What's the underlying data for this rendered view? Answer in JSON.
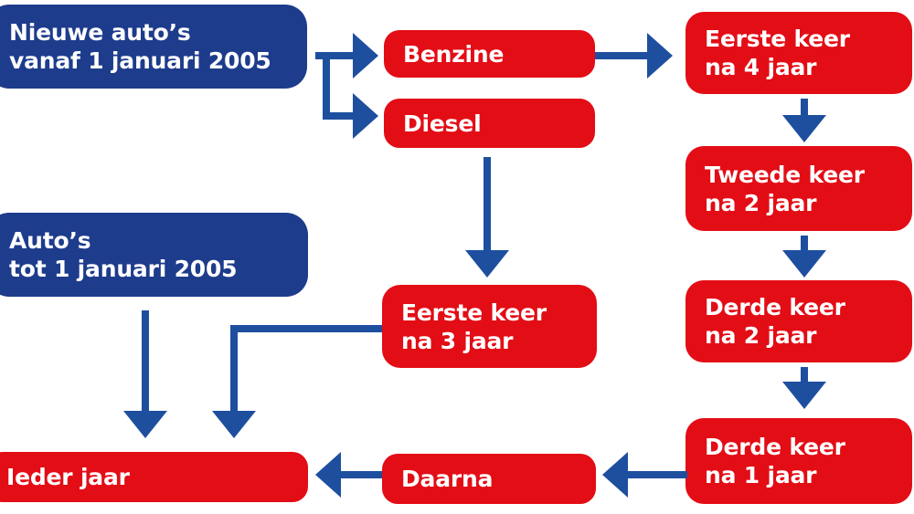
{
  "diagram": {
    "title": "APK-keuring schema (vehicle inspection flowchart)",
    "colors": {
      "node_blue": "#1e3c8c",
      "node_red": "#e30d16",
      "arrow_blue": "#1e4f9f",
      "text": "#ffffff",
      "background": "#ffffff"
    },
    "nodes": {
      "nieuwe_autos": {
        "label": "Nieuwe auto’s\nvanaf 1 januari 2005"
      },
      "autos_tot": {
        "label": "Auto’s\ntot 1 januari 2005"
      },
      "benzine": {
        "label": "Benzine"
      },
      "diesel": {
        "label": "Diesel"
      },
      "eerste_keer_4": {
        "label": "Eerste keer\nna 4 jaar"
      },
      "tweede_keer_2": {
        "label": "Tweede keer\nna 2 jaar"
      },
      "derde_keer_2": {
        "label": "Derde keer\nna 2 jaar"
      },
      "derde_keer_1": {
        "label": "Derde keer\nna 1 jaar"
      },
      "eerste_keer_3": {
        "label": "Eerste keer\nna 3 jaar"
      },
      "daarna": {
        "label": "Daarna"
      },
      "ieder_jaar": {
        "label": "Ieder jaar"
      }
    },
    "edges": [
      "nieuwe_autos -> benzine",
      "nieuwe_autos -> diesel",
      "benzine -> eerste_keer_4",
      "eerste_keer_4 -> tweede_keer_2",
      "tweede_keer_2 -> derde_keer_2",
      "derde_keer_2 -> derde_keer_1",
      "derde_keer_1 -> daarna",
      "daarna -> ieder_jaar",
      "diesel -> eerste_keer_3",
      "eerste_keer_3 -> ieder_jaar",
      "autos_tot -> ieder_jaar"
    ]
  }
}
